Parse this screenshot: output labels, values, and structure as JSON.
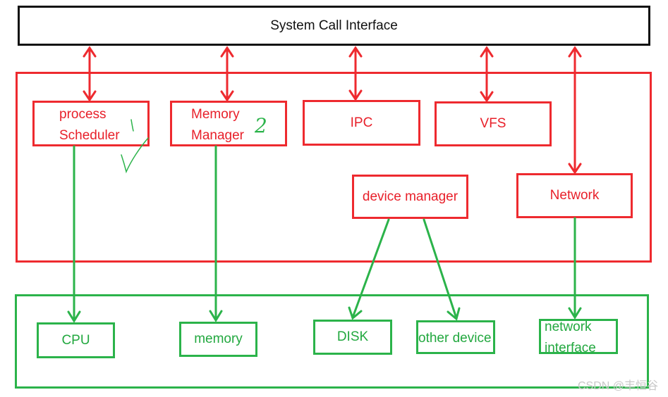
{
  "interface": {
    "label": "System Call Interface"
  },
  "kernel": {
    "process_scheduler": {
      "line1": "process",
      "line2": "Scheduler"
    },
    "memory_manager": {
      "line1": "Memory",
      "line2": "Manager"
    },
    "ipc": "IPC",
    "vfs": "VFS",
    "device_manager": "device manager",
    "network": "Network"
  },
  "hardware": {
    "cpu": "CPU",
    "memory": "memory",
    "disk": "DISK",
    "other_device": "other device",
    "network_interface": {
      "line1": "network",
      "line2": "interface"
    }
  },
  "annotations": {
    "mark_1": "1",
    "mark_2": "2"
  },
  "watermark": "CSDN @丰恒谷",
  "colors": {
    "kernel": "#ee2a2f",
    "hardware": "#2bb34a",
    "interface": "#111111"
  }
}
